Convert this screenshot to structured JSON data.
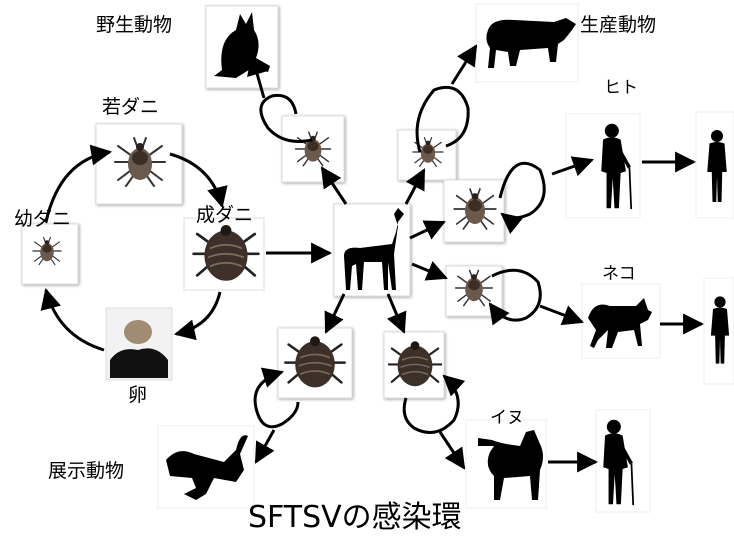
{
  "title": "SFTSVの感染環",
  "labels": {
    "wild_animals": "野生動物",
    "livestock": "生産動物",
    "human": "ヒト",
    "cat": "ネコ",
    "dog": "イヌ",
    "zoo_animals": "展示動物",
    "nymph": "若ダニ",
    "larva": "幼ダニ",
    "adult_tick": "成ダニ",
    "egg": "卵"
  }
}
